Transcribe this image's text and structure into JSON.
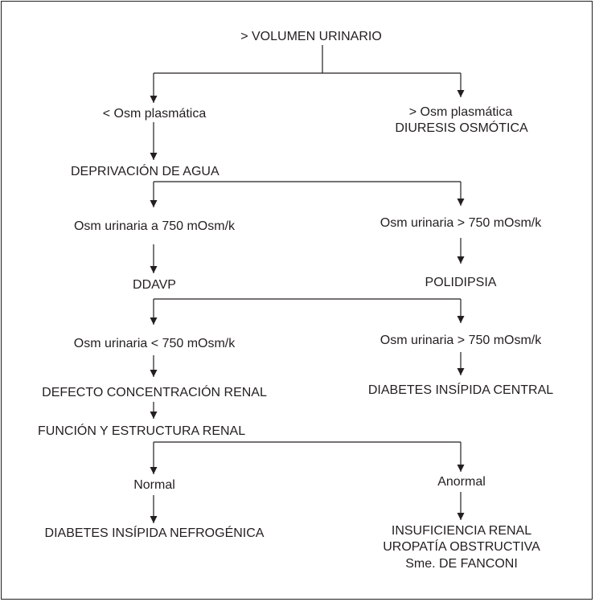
{
  "nodes": {
    "root": "> VOLUMEN URINARIO",
    "osm_plasm_low": "< Osm plasmática",
    "osm_plasm_high": "> Osm plasmática",
    "diuresis": "DIURESIS OSMÓTICA",
    "deprivacion": "DEPRIVACIÓN DE AGUA",
    "osm_ur_a750": "Osm urinaria a 750 mOsm/k",
    "osm_ur_gt750_1": "Osm urinaria > 750 mOsm/k",
    "ddavp": "DDAVP",
    "polidipsia": "POLIDIPSIA",
    "osm_ur_lt750": "Osm urinaria < 750 mOsm/k",
    "osm_ur_gt750_2": "Osm urinaria > 750 mOsm/k",
    "defecto": "DEFECTO CONCENTRACIÓN RENAL",
    "di_central": "DIABETES INSÍPIDA CENTRAL",
    "funcion": "FUNCIÓN Y ESTRUCTURA RENAL",
    "normal": "Normal",
    "anormal": "Anormal",
    "di_nefro": "DIABETES INSÍPIDA NEFROGÉNICA",
    "ins_renal": "INSUFICIENCIA RENAL",
    "uropatia": "UROPATÍA OBSTRUCTIVA",
    "fanconi": "Sme. DE FANCONI"
  },
  "colors": {
    "ink": "#231f20",
    "background": "#ffffff"
  }
}
